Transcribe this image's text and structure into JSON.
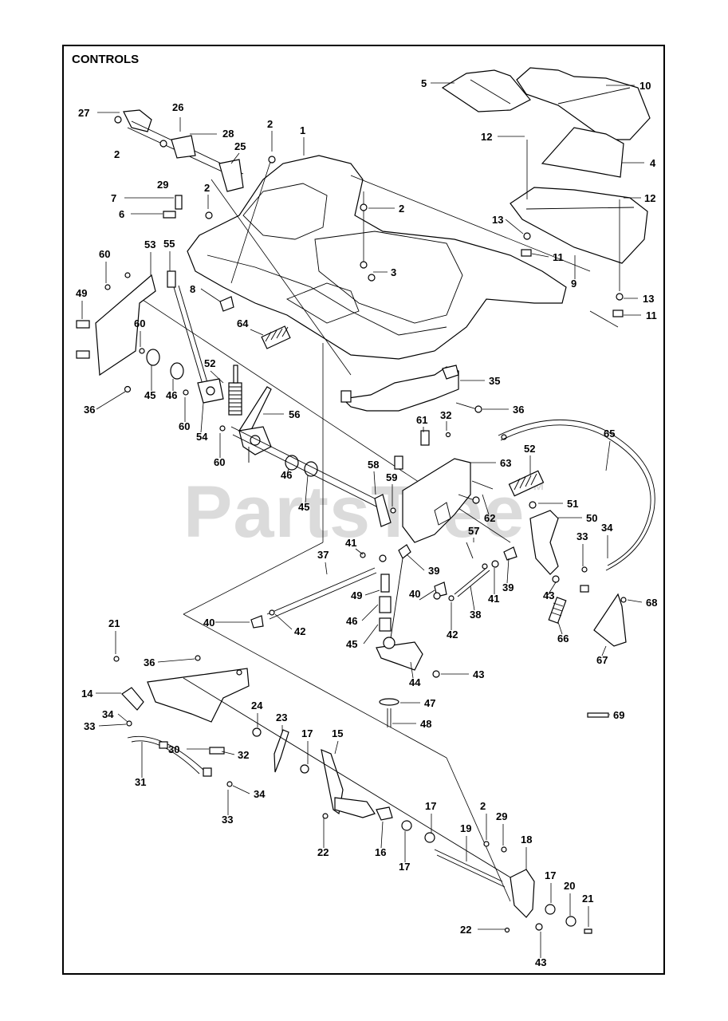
{
  "diagram": {
    "title": "CONTROLS",
    "watermark": "PartsTree",
    "watermark_mark": "™",
    "callouts": [
      {
        "id": "c27",
        "text": "27"
      },
      {
        "id": "c26",
        "text": "26"
      },
      {
        "id": "c28",
        "text": "28"
      },
      {
        "id": "c2a",
        "text": "2"
      },
      {
        "id": "c2b",
        "text": "2"
      },
      {
        "id": "c1",
        "text": "1"
      },
      {
        "id": "c25",
        "text": "25"
      },
      {
        "id": "c29a",
        "text": "29"
      },
      {
        "id": "c7",
        "text": "7"
      },
      {
        "id": "c2c",
        "text": "2"
      },
      {
        "id": "c6",
        "text": "6"
      },
      {
        "id": "c2d",
        "text": "2"
      },
      {
        "id": "c5",
        "text": "5"
      },
      {
        "id": "c10",
        "text": "10"
      },
      {
        "id": "c12a",
        "text": "12"
      },
      {
        "id": "c4",
        "text": "4"
      },
      {
        "id": "c12b",
        "text": "12"
      },
      {
        "id": "c13a",
        "text": "13"
      },
      {
        "id": "c11a",
        "text": "11"
      },
      {
        "id": "c9",
        "text": "9"
      },
      {
        "id": "c13b",
        "text": "13"
      },
      {
        "id": "c11b",
        "text": "11"
      },
      {
        "id": "c3",
        "text": "3"
      },
      {
        "id": "c53",
        "text": "53"
      },
      {
        "id": "c55",
        "text": "55"
      },
      {
        "id": "c60a",
        "text": "60"
      },
      {
        "id": "c49a",
        "text": "49"
      },
      {
        "id": "c8",
        "text": "8"
      },
      {
        "id": "c64",
        "text": "64"
      },
      {
        "id": "c60b",
        "text": "60"
      },
      {
        "id": "c52a",
        "text": "52"
      },
      {
        "id": "c45a",
        "text": "45"
      },
      {
        "id": "c46a",
        "text": "46"
      },
      {
        "id": "c60c",
        "text": "60"
      },
      {
        "id": "c36a",
        "text": "36"
      },
      {
        "id": "c54",
        "text": "54"
      },
      {
        "id": "c56",
        "text": "56"
      },
      {
        "id": "c60d",
        "text": "60"
      },
      {
        "id": "c35",
        "text": "35"
      },
      {
        "id": "c36b",
        "text": "36"
      },
      {
        "id": "c61",
        "text": "61"
      },
      {
        "id": "c32a",
        "text": "32"
      },
      {
        "id": "c65",
        "text": "65"
      },
      {
        "id": "c52b",
        "text": "52"
      },
      {
        "id": "c63",
        "text": "63"
      },
      {
        "id": "c58",
        "text": "58"
      },
      {
        "id": "c59",
        "text": "59"
      },
      {
        "id": "c46b",
        "text": "46"
      },
      {
        "id": "c45b",
        "text": "45"
      },
      {
        "id": "c62",
        "text": "62"
      },
      {
        "id": "c51",
        "text": "51"
      },
      {
        "id": "c50",
        "text": "50"
      },
      {
        "id": "c57",
        "text": "57"
      },
      {
        "id": "c33a",
        "text": "33"
      },
      {
        "id": "c34a",
        "text": "34"
      },
      {
        "id": "c37",
        "text": "37"
      },
      {
        "id": "c41a",
        "text": "41"
      },
      {
        "id": "c39a",
        "text": "39"
      },
      {
        "id": "c39b",
        "text": "39"
      },
      {
        "id": "c41b",
        "text": "41"
      },
      {
        "id": "c43a",
        "text": "43"
      },
      {
        "id": "c68",
        "text": "68"
      },
      {
        "id": "c49b",
        "text": "49"
      },
      {
        "id": "c40a",
        "text": "40"
      },
      {
        "id": "c38",
        "text": "38"
      },
      {
        "id": "c40b",
        "text": "40"
      },
      {
        "id": "c42a",
        "text": "42"
      },
      {
        "id": "c46c",
        "text": "46"
      },
      {
        "id": "c42b",
        "text": "42"
      },
      {
        "id": "c66",
        "text": "66"
      },
      {
        "id": "c67",
        "text": "67"
      },
      {
        "id": "c45c",
        "text": "45"
      },
      {
        "id": "c21a",
        "text": "21"
      },
      {
        "id": "c36c",
        "text": "36"
      },
      {
        "id": "c44",
        "text": "44"
      },
      {
        "id": "c43b",
        "text": "43"
      },
      {
        "id": "c14",
        "text": "14"
      },
      {
        "id": "c47",
        "text": "47"
      },
      {
        "id": "c24",
        "text": "24"
      },
      {
        "id": "c23",
        "text": "23"
      },
      {
        "id": "c34b",
        "text": "34"
      },
      {
        "id": "c69",
        "text": "69"
      },
      {
        "id": "c33b",
        "text": "33"
      },
      {
        "id": "c48",
        "text": "48"
      },
      {
        "id": "c15",
        "text": "15"
      },
      {
        "id": "c17a",
        "text": "17"
      },
      {
        "id": "c30",
        "text": "30"
      },
      {
        "id": "c32b",
        "text": "32"
      },
      {
        "id": "c31",
        "text": "31"
      },
      {
        "id": "c34c",
        "text": "34"
      },
      {
        "id": "c33c",
        "text": "33"
      },
      {
        "id": "c17b",
        "text": "17"
      },
      {
        "id": "c2e",
        "text": "2"
      },
      {
        "id": "c29b",
        "text": "29"
      },
      {
        "id": "c19",
        "text": "19"
      },
      {
        "id": "c18",
        "text": "18"
      },
      {
        "id": "c22a",
        "text": "22"
      },
      {
        "id": "c16",
        "text": "16"
      },
      {
        "id": "c17c",
        "text": "17"
      },
      {
        "id": "c17d",
        "text": "17"
      },
      {
        "id": "c20",
        "text": "20"
      },
      {
        "id": "c21b",
        "text": "21"
      },
      {
        "id": "c22b",
        "text": "22"
      },
      {
        "id": "c43c",
        "text": "43"
      }
    ]
  }
}
